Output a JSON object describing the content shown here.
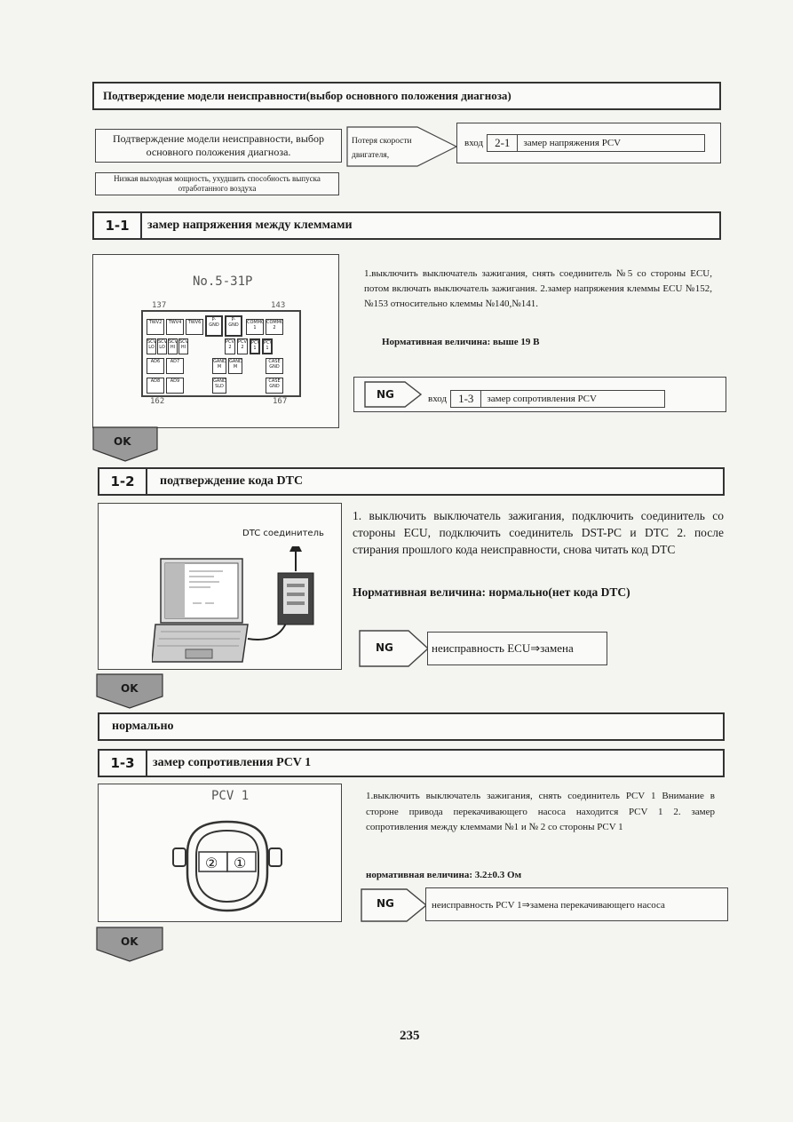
{
  "header": {
    "title": "Подтверждение модели неисправности(выбор основного положения диагноза)"
  },
  "intro": {
    "confirm_box": "Подтверждение модели неисправности, выбор основного положения диагноза.",
    "symptom_arrow": "Потеря скорости двигателя,",
    "symptom2": "Низкая выходная мощность, ухудшить способность выпуска отработанного воздуха",
    "entry_label": "вход",
    "entry_code": "2-1",
    "entry_text": "замер напряжения PCV"
  },
  "step1": {
    "num": "1-1",
    "title": "замер напряжения между клеммами",
    "connector": {
      "name": "No.5-31P",
      "pin_tl": "137",
      "pin_tr": "143",
      "pin_bl": "162",
      "pin_br": "167",
      "cells": [
        "TWV2",
        "TWV4",
        "TWV6",
        "P-GND",
        "P-GND",
        "COMMON 1",
        "COMMON 2",
        "SCV LO",
        "SCV LO",
        "SCV HI",
        "SCV HI",
        "PCV 2",
        "PCV 2",
        "PCV 1",
        "PCV 1",
        "AD6",
        "AD7",
        "GAND M",
        "GAND M",
        "CASE GND",
        "AD8",
        "AD9",
        "GAND SLD",
        "CASE GND"
      ]
    },
    "text": "1.выключить выключатель зажигания, снять соединитель №5 со стороны ECU, потом включать выключатель зажигания. 2.замер напряжения клеммы ECU №152, №153 относительно клеммы №140,№141.",
    "norm": "Нормативная величина: выше 19 В",
    "ng": "NG",
    "ng_entry_label": "вход",
    "ng_entry_code": "1-3",
    "ng_entry_text": "замер сопротивления PCV",
    "ok": "OK"
  },
  "step2": {
    "num": "1-2",
    "title": "подтверждение кода DTC",
    "dtc_label": "DTC соединитель",
    "text": "1. выключить выключатель зажигания, подключить соединитель со стороны ECU, подключить соединитель DST-PC и DTC 2. после стирания прошлого кода неисправности, снова читать код DTC",
    "norm": "Нормативная величина: нормально(нет кода DTC)",
    "ng": "NG",
    "ng_text": "неисправность ECU⇒замена",
    "ok": "OK"
  },
  "normal": {
    "text": "нормально"
  },
  "step3": {
    "num": "1-3",
    "title": "замер сопротивления PCV 1",
    "connector_name": "PCV 1",
    "pin2": "②",
    "pin1": "①",
    "text": "1.выключить выключатель зажигания, снять соединитель PCV 1 Внимание в стороне привода перекачивающего насоса находится PCV 1 2. замер сопротивления между клеммами №1 и № 2 со стороны PCV 1",
    "norm": "нормативная величина: 3.2±0.3 Ом",
    "ng": "NG",
    "ng_text": "неисправность PCV 1⇒замена перекачивающего насоса",
    "ok": "OK"
  },
  "page_number": "235"
}
